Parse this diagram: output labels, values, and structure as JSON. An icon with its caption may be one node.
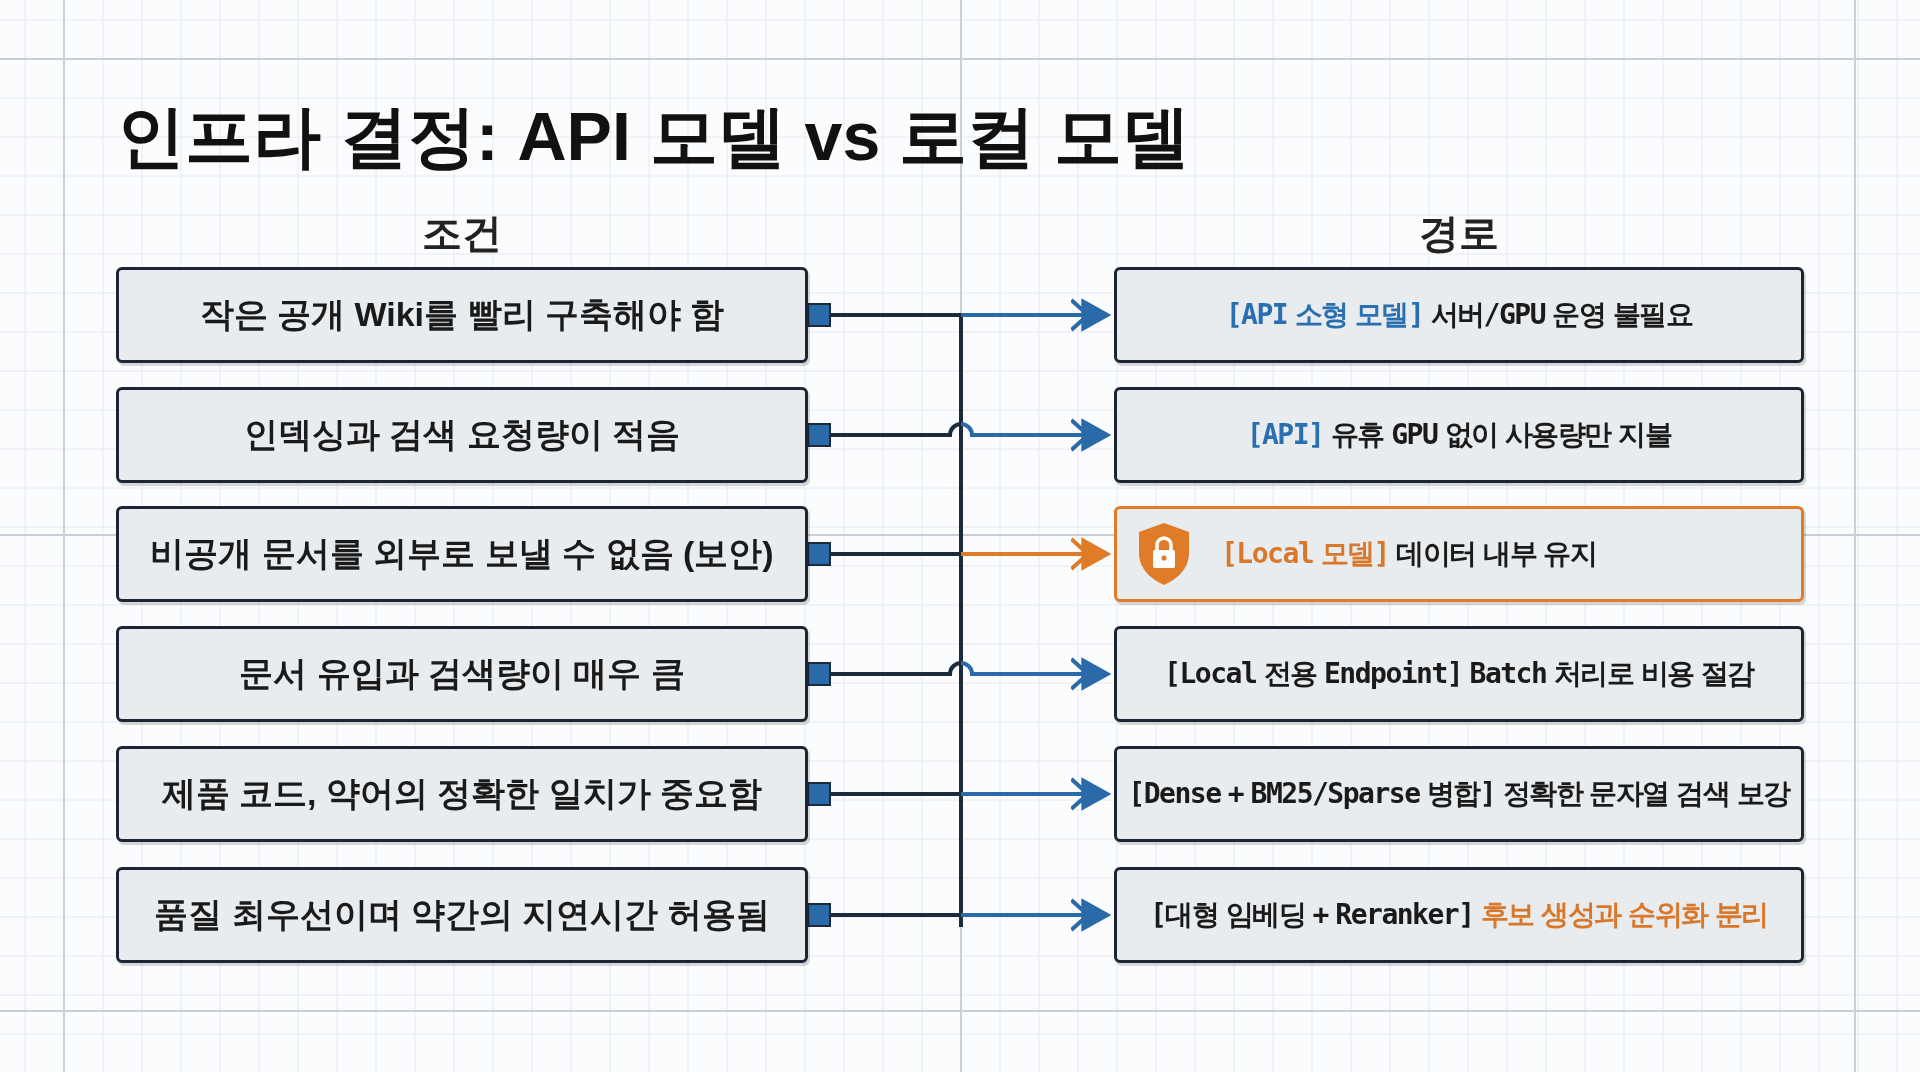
{
  "diagram": {
    "title": "인프라 결정: API 모델 vs 로컬 모델",
    "nodes": [
      {
        "text": [
          "작은 공개 Wiki를 빨리 구축해야 함"
        ]
      },
      {
        "text": [
          "인덱싱과 검색 요청량이 적음"
        ]
      },
      {
        "text": [
          "비공개 문서를 외부로 보낼 수 없음 (보안)"
        ]
      },
      {
        "text": [
          "문서 유입과 검색량이 매우 큼"
        ]
      },
      {
        "text": [
          "제품 코드, 약어의 정확한 일치가 중요함"
        ]
      },
      {
        "text": [
          "품질 최우선이며 약간의 지연시간 허용됨"
        ]
      },
      {
        "text": [
          "[API 소형 모델]",
          "서버/GPU 운영 불필요"
        ]
      },
      {
        "text": [
          "[API]",
          "유휴 GPU 없이 사용량만 지불"
        ]
      },
      {
        "text": [
          "[Local 모델]",
          "데이터 내부 유지"
        ]
      },
      {
        "text": [
          "[Local 전용 Endpoint]",
          "Batch 처리로 비용 절감"
        ]
      },
      {
        "text": [
          "[Dense + BM25/Sparse 병합]",
          "정확한 문자열 검색 보강"
        ]
      },
      {
        "text": [
          "[대형 임베딩 + Reranker]",
          "후보 생성과 순위화 분리"
        ]
      }
    ],
    "edges": [
      {
        "from": 0,
        "to": 6,
        "arrow": "to"
      },
      {
        "from": 1,
        "to": 7,
        "arrow": "to"
      },
      {
        "from": 2,
        "to": 8,
        "arrow": "to",
        "color": "#e07b28"
      },
      {
        "from": 3,
        "to": 9,
        "arrow": "to"
      },
      {
        "from": 4,
        "to": 10,
        "arrow": "to"
      },
      {
        "from": 5,
        "to": 11,
        "arrow": "to"
      }
    ],
    "labels": [
      "조건",
      "경로"
    ]
  }
}
